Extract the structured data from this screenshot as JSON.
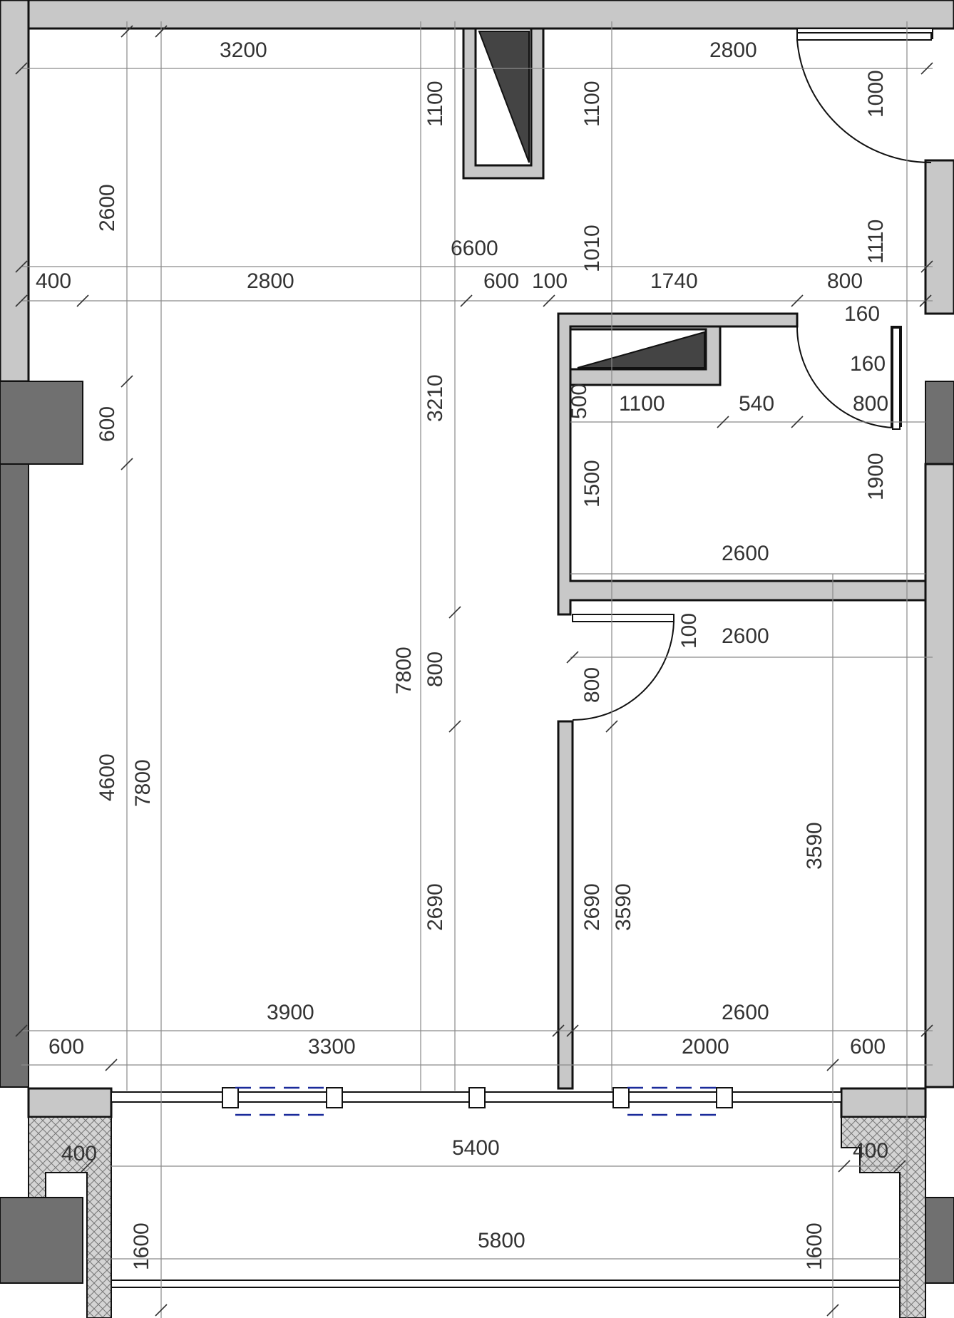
{
  "colors": {
    "wall_fill": "#c8c8c8",
    "wall_dark": "#707070",
    "line": "#111111",
    "dimension_text": "#333333",
    "dashed_line": "#1a2a9a"
  },
  "labels": [
    {
      "id": "d3200",
      "text": "3200"
    },
    {
      "id": "d2800top",
      "text": "2800"
    },
    {
      "id": "d1100a",
      "text": "1100"
    },
    {
      "id": "d1100b",
      "text": "1100"
    },
    {
      "id": "d1000",
      "text": "1000"
    },
    {
      "id": "d2600left",
      "text": "2600"
    },
    {
      "id": "d6600",
      "text": "6600"
    },
    {
      "id": "d1010",
      "text": "1010"
    },
    {
      "id": "d1110",
      "text": "1110"
    },
    {
      "id": "d400top",
      "text": "400"
    },
    {
      "id": "d2800mid",
      "text": "2800"
    },
    {
      "id": "d600top",
      "text": "600"
    },
    {
      "id": "d100top",
      "text": "100"
    },
    {
      "id": "d1740",
      "text": "1740"
    },
    {
      "id": "d800top",
      "text": "800"
    },
    {
      "id": "d160a",
      "text": "160"
    },
    {
      "id": "d160b",
      "text": "160"
    },
    {
      "id": "d3210",
      "text": "3210"
    },
    {
      "id": "d500",
      "text": "500"
    },
    {
      "id": "d1100c",
      "text": "1100"
    },
    {
      "id": "d540",
      "text": "540"
    },
    {
      "id": "d800right",
      "text": "800"
    },
    {
      "id": "d600left",
      "text": "600"
    },
    {
      "id": "d1500",
      "text": "1500"
    },
    {
      "id": "d1900",
      "text": "1900"
    },
    {
      "id": "d2600room",
      "text": "2600"
    },
    {
      "id": "d100mid",
      "text": "100"
    },
    {
      "id": "d2600b",
      "text": "2600"
    },
    {
      "id": "d7800mid",
      "text": "7800"
    },
    {
      "id": "d800mid",
      "text": "800"
    },
    {
      "id": "d800door",
      "text": "800"
    },
    {
      "id": "d4600",
      "text": "4600"
    },
    {
      "id": "d7800left",
      "text": "7800"
    },
    {
      "id": "d3590right",
      "text": "3590"
    },
    {
      "id": "d2690a",
      "text": "2690"
    },
    {
      "id": "d2690b",
      "text": "2690"
    },
    {
      "id": "d3590mid",
      "text": "3590"
    },
    {
      "id": "d3900",
      "text": "3900"
    },
    {
      "id": "d2600c",
      "text": "2600"
    },
    {
      "id": "d600bl",
      "text": "600"
    },
    {
      "id": "d3300",
      "text": "3300"
    },
    {
      "id": "d2000",
      "text": "2000"
    },
    {
      "id": "d600br",
      "text": "600"
    },
    {
      "id": "d5400",
      "text": "5400"
    },
    {
      "id": "d400bl",
      "text": "400"
    },
    {
      "id": "d400br",
      "text": "400"
    },
    {
      "id": "d1600l",
      "text": "1600"
    },
    {
      "id": "d1600r",
      "text": "1600"
    },
    {
      "id": "d5800",
      "text": "5800"
    }
  ]
}
